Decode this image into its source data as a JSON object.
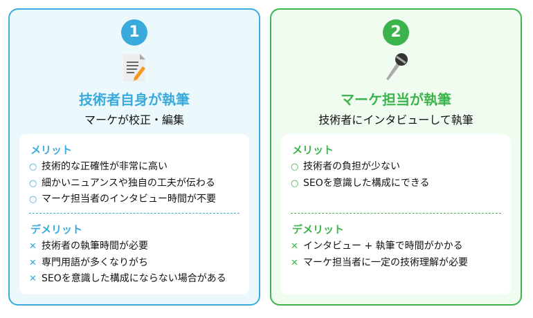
{
  "cards": [
    {
      "number": "1",
      "title": "技術者自身が執筆",
      "subtitle": "マーケが校正・編集",
      "icon": "document-pencil-icon",
      "merit_heading": "メリット",
      "merits": [
        "技術的な正確性が非常に高い",
        "細かいニュアンスや独自の工夫が伝わる",
        "マーケ担当者のインタビュー時間が不要"
      ],
      "demerit_heading": "デメリット",
      "demerits": [
        "技術者の執筆時間が必要",
        "専門用語が多くなりがち",
        "SEOを意識した構成にならない場合がある"
      ]
    },
    {
      "number": "2",
      "title": "マーケ担当が執筆",
      "subtitle": "技術者にインタビューして執筆",
      "icon": "microphone-icon",
      "merit_heading": "メリット",
      "merits": [
        "技術者の負担が少ない",
        "SEOを意識した構成にできる"
      ],
      "demerit_heading": "デメリット",
      "demerits": [
        "インタビュー + 執筆で時間がかかる",
        "マーケ担当者に一定の技術理解が必要"
      ]
    }
  ],
  "markers": {
    "merit": "○",
    "demerit": "✕"
  },
  "colors": {
    "blue": "#3aaadc",
    "green": "#3cb44b"
  }
}
